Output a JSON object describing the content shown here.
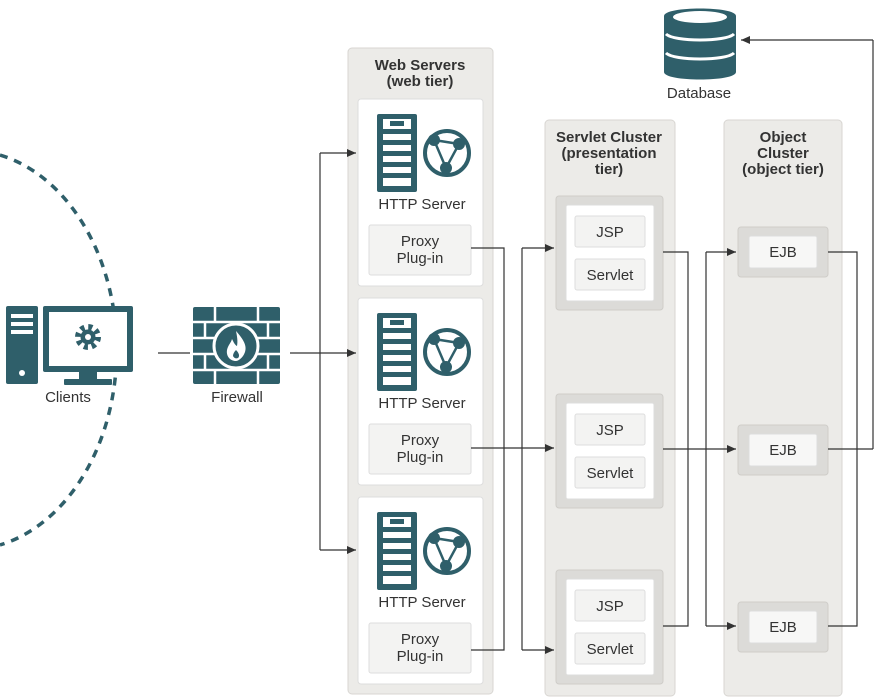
{
  "nodes": {
    "clients": "Clients",
    "firewall": "Firewall",
    "database": "Database"
  },
  "tiers": {
    "web": {
      "line1": "Web Servers",
      "line2": "(web tier)"
    },
    "servlet": {
      "line1": "Servlet Cluster",
      "line2": "(presentation",
      "line3": "tier)"
    },
    "object": {
      "line1": "Object",
      "line2": "Cluster",
      "line3": "(object tier)"
    }
  },
  "web_servers": [
    {
      "server": "HTTP Server",
      "plugin_line1": "Proxy",
      "plugin_line2": "Plug-in"
    },
    {
      "server": "HTTP Server",
      "plugin_line1": "Proxy",
      "plugin_line2": "Plug-in"
    },
    {
      "server": "HTTP Server",
      "plugin_line1": "Proxy",
      "plugin_line2": "Plug-in"
    }
  ],
  "servlet_nodes": [
    {
      "jsp": "JSP",
      "servlet": "Servlet"
    },
    {
      "jsp": "JSP",
      "servlet": "Servlet"
    },
    {
      "jsp": "JSP",
      "servlet": "Servlet"
    }
  ],
  "ejb_nodes": [
    "EJB",
    "EJB",
    "EJB"
  ],
  "colors": {
    "icon": "#2f5f6a",
    "tier_bg": "#ecebe8",
    "tier_border": "#d8d6d2",
    "card_bg": "#ffffff",
    "inner_bg": "#f3f3f2",
    "line": "#333333"
  },
  "icons": [
    "desktop-computer-icon",
    "gear-icon",
    "firewall-icon",
    "database-icon",
    "server-rack-icon",
    "globe-network-icon"
  ]
}
